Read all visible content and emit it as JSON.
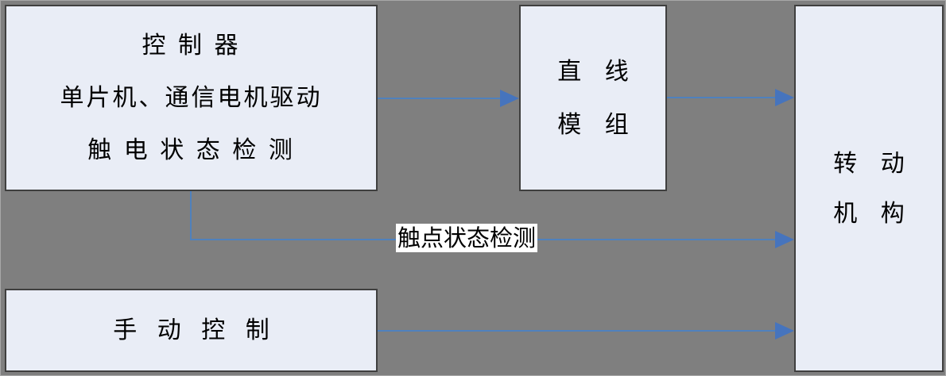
{
  "colors": {
    "background": "#7f7f7f",
    "node_fill": "#e9edf6",
    "node_border": "#3f3f3f",
    "connector_line": "#4f81bd",
    "arrowhead": "#4674bd",
    "label_background": "#ffffff"
  },
  "nodes": {
    "controller": {
      "lines": [
        "控 制 器",
        "单片机、通信电机驱动",
        "触 电 状 态 检 测"
      ]
    },
    "linear_module": {
      "lines": [
        "直 线",
        "模 组"
      ]
    },
    "rotation_mechanism": {
      "lines": [
        "转 动",
        "机 构"
      ]
    },
    "manual_control": {
      "lines": [
        "手 动 控 制"
      ]
    }
  },
  "connector_labels": {
    "contact_state": "触点状态检测"
  }
}
